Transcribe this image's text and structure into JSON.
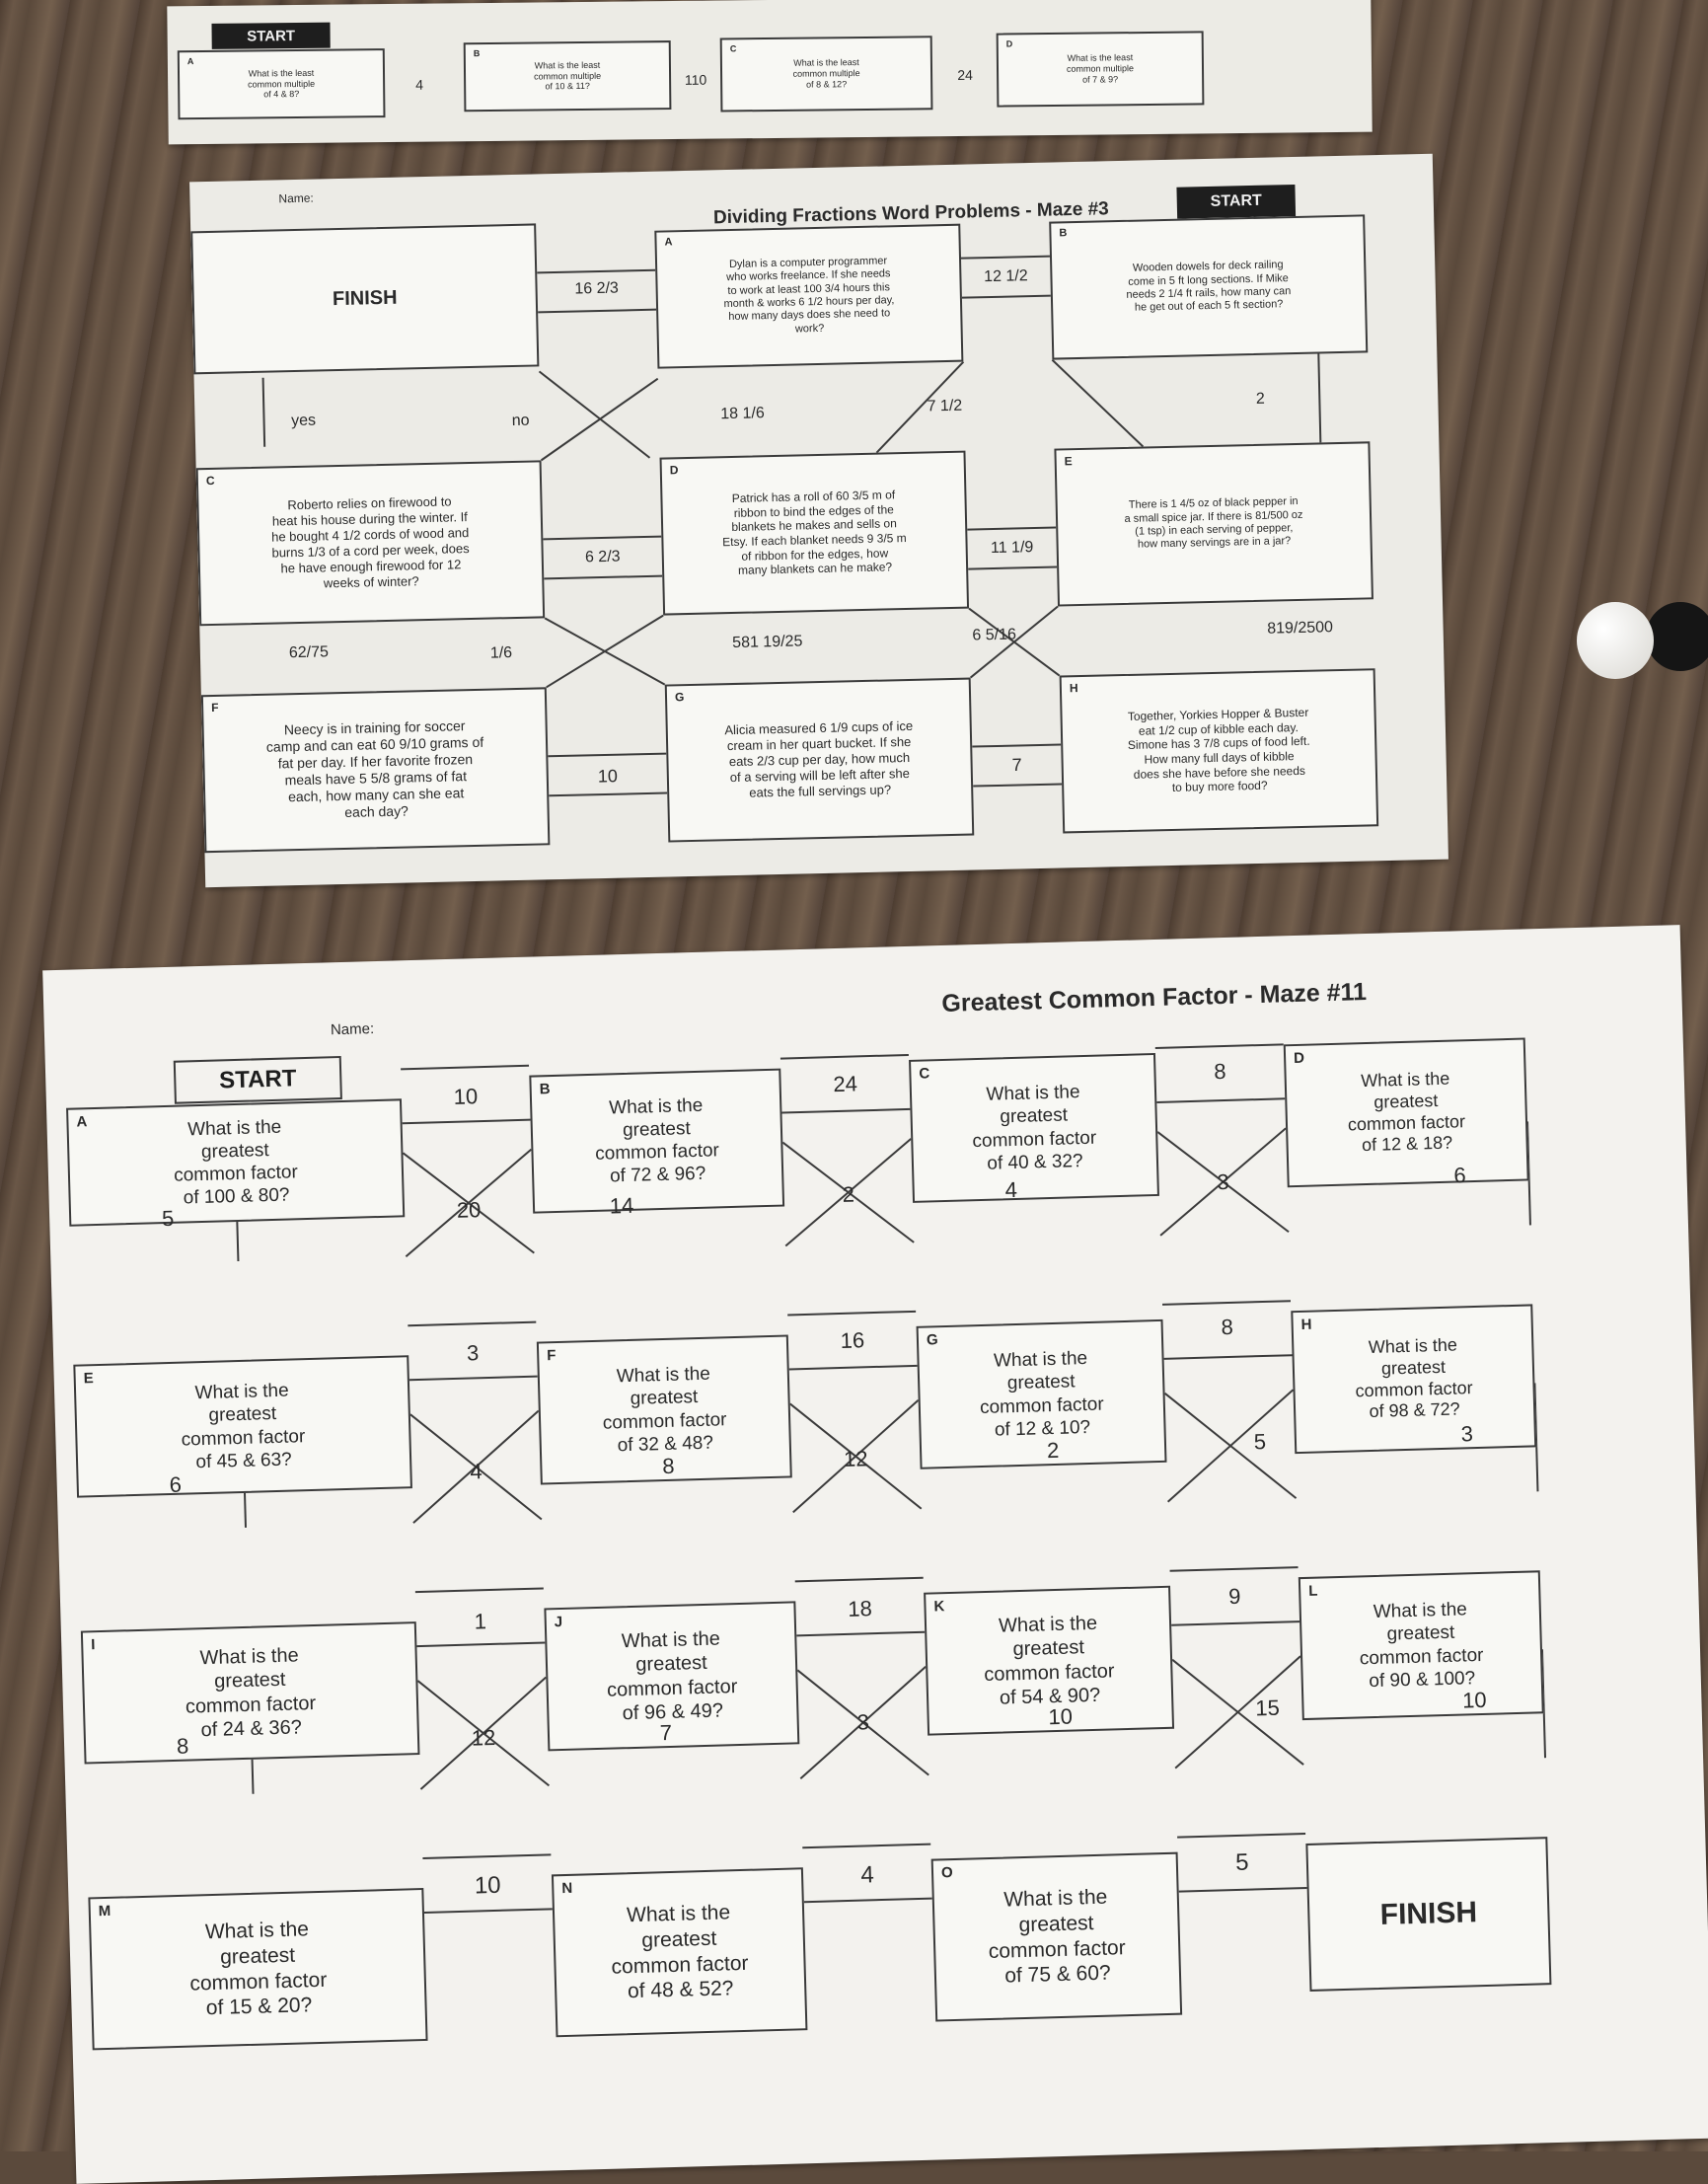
{
  "top_sheet": {
    "start": "START",
    "questions": [
      {
        "letter": "A",
        "text": "What is the least\ncommon multiple\nof 4 & 8?"
      },
      {
        "letter": "B",
        "text": "What is the least\ncommon multiple\nof 10 & 11?"
      },
      {
        "letter": "C",
        "text": "What is the least\ncommon multiple\nof 8 & 12?"
      },
      {
        "letter": "D",
        "text": "What is the least\ncommon multiple\nof 7 & 9?"
      }
    ],
    "answers": [
      "4",
      "110",
      "24"
    ]
  },
  "fractions_maze": {
    "name_label": "Name:",
    "title": "Dividing Fractions Word Problems - Maze #3",
    "start": "START",
    "finish": "FINISH",
    "questions": [
      {
        "letter": "A",
        "text": "Dylan is a computer programmer\nwho works freelance. If she needs\nto work at least 100 3/4 hours this\nmonth & works 6 1/2 hours per day,\nhow many days does she need to\nwork?"
      },
      {
        "letter": "B",
        "text": "Wooden dowels for deck railing\ncome in 5 ft long sections. If Mike\nneeds 2 1/4 ft rails, how many can\nhe get out of each 5 ft section?"
      },
      {
        "letter": "C",
        "text": "Roberto relies on firewood to\nheat his house during the winter. If\nhe bought 4 1/2 cords of wood and\nburns 1/3 of a cord per week, does\nhe have enough firewood for 12\nweeks of winter?"
      },
      {
        "letter": "D",
        "text": "Patrick has a roll of 60 3/5 m of\nribbon to bind the edges of the\nblankets he makes and sells on\nEtsy. If each blanket needs 9 3/5 m\nof ribbon for the edges, how\nmany blankets can he make?"
      },
      {
        "letter": "E",
        "text": "There is 1 4/5 oz of black pepper in\na small spice jar. If there is 81/500 oz\n(1 tsp) in each serving of pepper,\nhow many servings are in a jar?"
      },
      {
        "letter": "F",
        "text": "Neecy is in training for soccer\ncamp and can eat 60 9/10 grams of\nfat per day. If her favorite frozen\nmeals have 5 5/8 grams of fat\neach, how many can she eat\neach day?"
      },
      {
        "letter": "G",
        "text": "Alicia measured 6 1/9 cups of ice\ncream in her quart bucket. If she\neats 2/3 cup per day, how much\nof a serving will be left after she\neats the full servings up?"
      },
      {
        "letter": "H",
        "text": "Together, Yorkies Hopper & Buster\neat 1/2 cup of kibble each day.\nSimone has 3 7/8 cups of food left.\nHow many full days of kibble\ndoes she have before she needs\nto buy more food?"
      }
    ],
    "answers": [
      "16 2/3",
      "12 1/2",
      "yes",
      "no",
      "18 1/6",
      "7 1/2",
      "2",
      "6 2/3",
      "11 1/9",
      "62/75",
      "1/6",
      "581 19/25",
      "6 5/16",
      "819/2500",
      "10",
      "7"
    ]
  },
  "gcf_maze": {
    "name_label": "Name:",
    "title": "Greatest Common Factor - Maze #11",
    "start": "START",
    "finish": "FINISH",
    "questions": [
      {
        "letter": "A",
        "text": "What is the\ngreatest\ncommon factor\nof 100 & 80?"
      },
      {
        "letter": "B",
        "text": "What is the\ngreatest\ncommon factor\nof 72 & 96?"
      },
      {
        "letter": "C",
        "text": "What is the\ngreatest\ncommon factor\nof 40 & 32?"
      },
      {
        "letter": "D",
        "text": "What is the\ngreatest\ncommon factor\nof 12 & 18?"
      },
      {
        "letter": "E",
        "text": "What is the\ngreatest\ncommon factor\nof 45 & 63?"
      },
      {
        "letter": "F",
        "text": "What is the\ngreatest\ncommon factor\nof 32 & 48?"
      },
      {
        "letter": "G",
        "text": "What is the\ngreatest\ncommon factor\nof 12 & 10?"
      },
      {
        "letter": "H",
        "text": "What is the\ngreatest\ncommon factor\nof 98 & 72?"
      },
      {
        "letter": "I",
        "text": "What is the\ngreatest\ncommon factor\nof 24 & 36?"
      },
      {
        "letter": "J",
        "text": "What is the\ngreatest\ncommon factor\nof 96 & 49?"
      },
      {
        "letter": "K",
        "text": "What is the\ngreatest\ncommon factor\nof 54 & 90?"
      },
      {
        "letter": "L",
        "text": "What is the\ngreatest\ncommon factor\nof 90 & 100?"
      },
      {
        "letter": "M",
        "text": "What is the\ngreatest\ncommon factor\nof 15 & 20?"
      },
      {
        "letter": "N",
        "text": "What is the\ngreatest\ncommon factor\nof 48 & 52?"
      },
      {
        "letter": "O",
        "text": "What is the\ngreatest\ncommon factor\nof 75 & 60?"
      }
    ],
    "answers": [
      "10",
      "24",
      "8",
      "5",
      "20",
      "14",
      "2",
      "4",
      "3",
      "6",
      "3",
      "16",
      "8",
      "6",
      "4",
      "8",
      "12",
      "2",
      "5",
      "3",
      "1",
      "18",
      "9",
      "8",
      "12",
      "7",
      "3",
      "10",
      "15",
      "10",
      "10",
      "4",
      "5"
    ]
  }
}
